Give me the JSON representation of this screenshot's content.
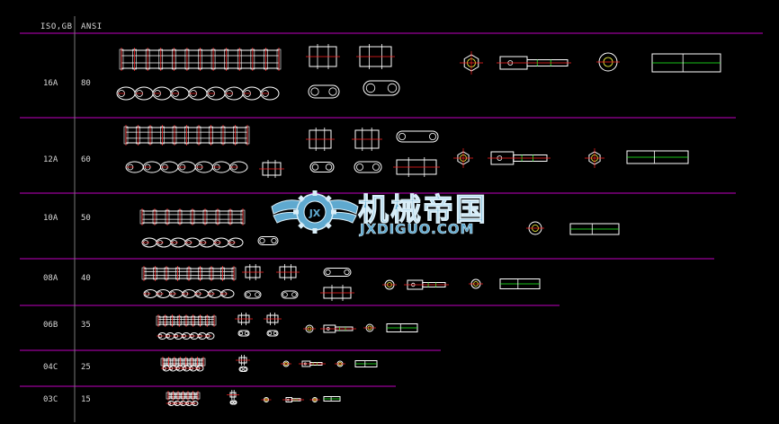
{
  "header": {
    "col1": "ISO,GB",
    "col2": "ANSI"
  },
  "rows": [
    {
      "iso": "16A",
      "ansi": "80"
    },
    {
      "iso": "12A",
      "ansi": "60"
    },
    {
      "iso": "10A",
      "ansi": "50"
    },
    {
      "iso": "08A",
      "ansi": "40"
    },
    {
      "iso": "06B",
      "ansi": "35"
    },
    {
      "iso": "04C",
      "ansi": "25"
    },
    {
      "iso": "03C",
      "ansi": "15"
    }
  ],
  "watermark": {
    "title": "机械帝国",
    "url": "JXDIGUO.COM",
    "logo_icon": "gear-wings-logo-icon"
  },
  "colors": {
    "background": "#000000",
    "divider": "#c000c0",
    "line": "#ffffff",
    "accent_red": "#ff2020",
    "accent_green": "#20ff20",
    "accent_yellow": "#ffff40",
    "watermark": "#5fa9cf"
  }
}
